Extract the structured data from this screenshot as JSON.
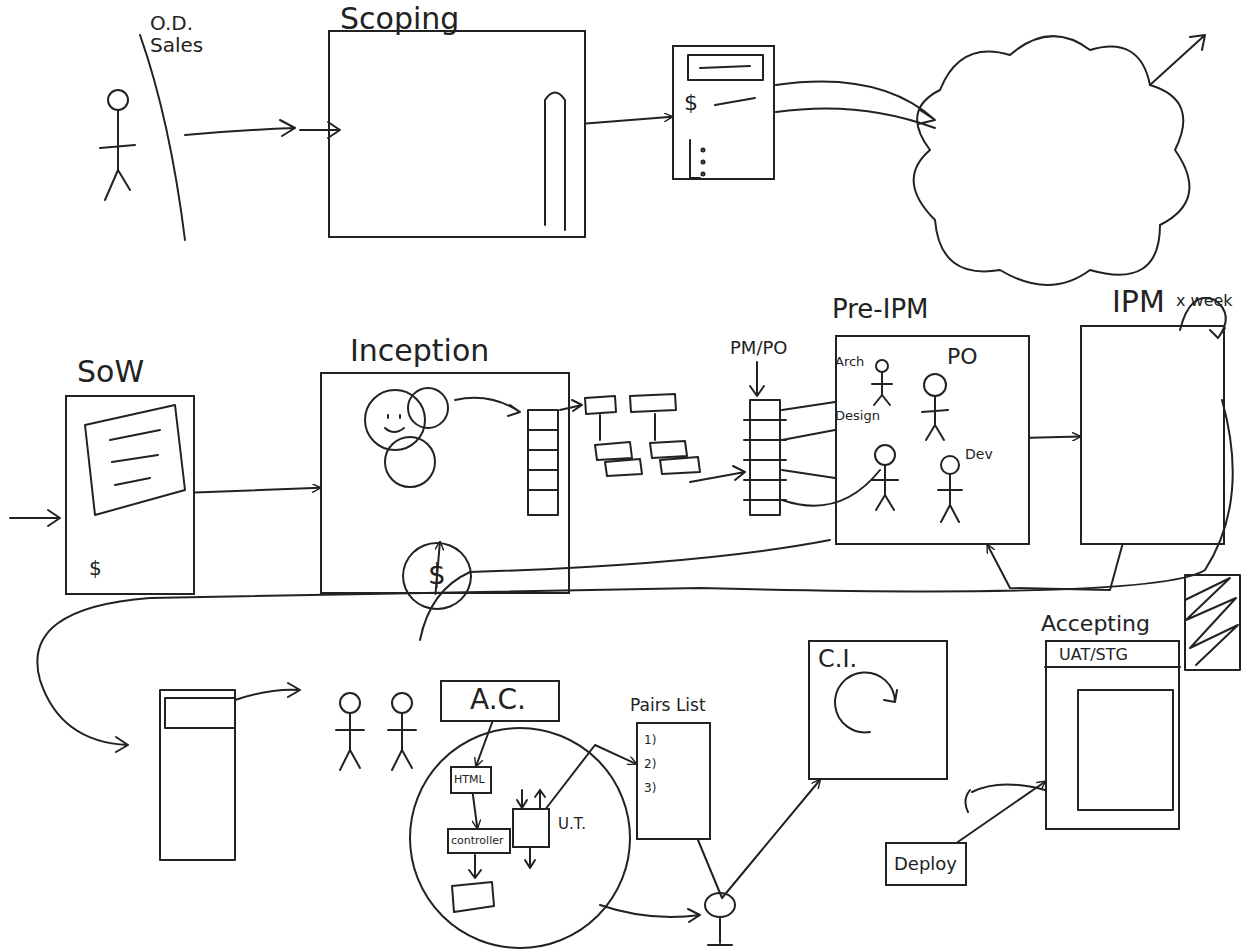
{
  "diagram": {
    "nodes": [
      {
        "text": [
          "Scoping"
        ]
      },
      {
        "text": [
          "$"
        ]
      },
      {
        "text": [
          "SoW",
          "$"
        ]
      },
      {
        "text": [
          "Inception"
        ]
      },
      {
        "text": [
          "$"
        ]
      },
      {
        "text": [
          "Pre-IPM",
          "Arch",
          "PO",
          "Design",
          "Dev"
        ]
      },
      {
        "text": [
          "IPM"
        ]
      },
      {
        "text": [
          "A.C."
        ]
      },
      {
        "text": [
          "HTML"
        ]
      },
      {
        "text": [
          "controller"
        ]
      },
      {
        "text": [
          "U.T."
        ]
      },
      {
        "text": [
          "Pairs List",
          "1)",
          "2)",
          "3)"
        ]
      },
      {
        "text": [
          "C.I."
        ]
      },
      {
        "text": [
          "Accepting",
          "UAT/STG"
        ]
      },
      {
        "text": [
          "Deploy"
        ]
      }
    ],
    "edges": [
      {
        "from": 0,
        "to": 1,
        "arrow": "to"
      },
      {
        "from": 2,
        "to": 3,
        "arrow": "to"
      },
      {
        "from": 3,
        "to": 4,
        "arrow": "to"
      },
      {
        "from": 5,
        "to": 6,
        "arrow": "to"
      },
      {
        "from": 6,
        "to": 5,
        "arrow": "to"
      },
      {
        "from": 7,
        "to": 8,
        "arrow": "to"
      },
      {
        "from": 8,
        "to": 9,
        "arrow": "to"
      },
      {
        "from": 10,
        "to": 11,
        "arrow": "to"
      },
      {
        "from": 11,
        "to": 12,
        "arrow": "to"
      },
      {
        "from": 14,
        "to": 13,
        "arrow": "to"
      }
    ],
    "labels": [
      "O.D. Sales",
      "PM/PO",
      "x week"
    ]
  }
}
